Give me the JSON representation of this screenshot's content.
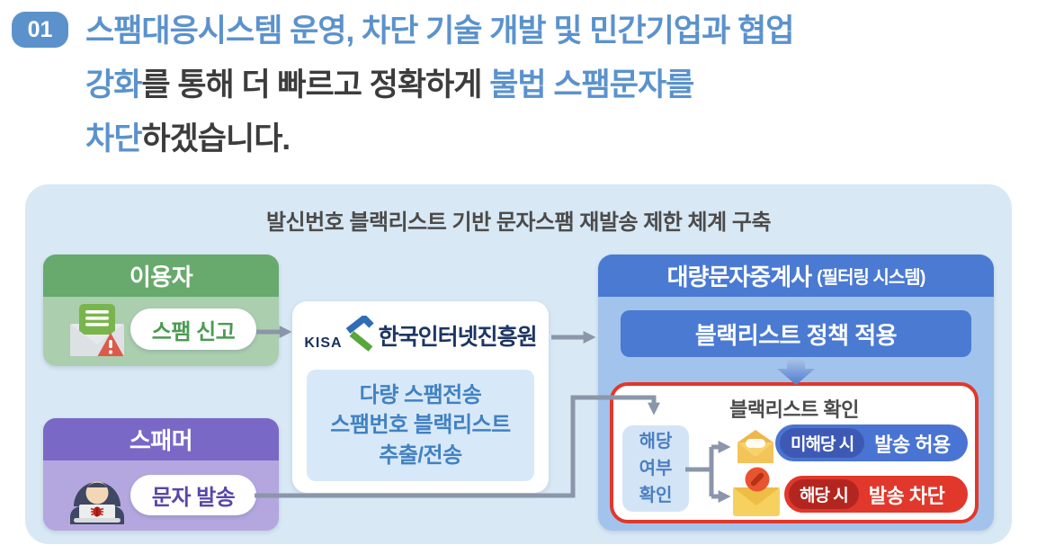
{
  "header": {
    "badge": "01",
    "line1_highlight": "스팸대응시스템 운영, 차단 기술 개발 및 민간기업과 협업",
    "line2_highlight1": "강화",
    "line2_plain": "를 통해 더 빠르고 정확하게 ",
    "line2_highlight2": "불법 스팸문자를",
    "line3_highlight": "차단",
    "line3_plain": "하겠습니다."
  },
  "diagram": {
    "title": "발신번호 블랙리스트 기반 문자스팸 재발송 제한 체계 구축",
    "user": {
      "title": "이용자",
      "action": "스팸 신고"
    },
    "spammer": {
      "title": "스패머",
      "action": "문자 발송"
    },
    "kisa": {
      "logo": "KISA",
      "name": "한국인터넷진흥원",
      "desc": "다량 스팸전송\n스팸번호 블랙리스트\n추출/전송"
    },
    "relay": {
      "title": "대량문자중계사",
      "subtitle": "(필터링 시스템)",
      "policy": "블랙리스트 정책 적용"
    },
    "check": {
      "title": "블랙리스트 확인",
      "condition": "해당\n여부\n확인",
      "allow": {
        "badge": "미해당 시",
        "label": "발송 허용"
      },
      "block": {
        "badge": "해당 시",
        "label": "발송 차단"
      }
    }
  },
  "icons": {
    "user": "envelope-report-warning",
    "spammer": "hooded-hacker-laptop-bug",
    "allow": "open-envelope",
    "block": "envelope-prohibition",
    "kisa": "kisa-x-mark"
  },
  "colors": {
    "headline_blue": "#5b92cc",
    "panel_bg": "#d8e8f4",
    "user_header": "#68a96d",
    "user_body": "#abceae",
    "user_text": "#4c9b53",
    "spammer_header": "#7a68c6",
    "spammer_body": "#b4a7df",
    "spammer_text": "#5747a9",
    "kisa_navy": "#1d3663",
    "desc_blue": "#4281c2",
    "relay_header": "#4a7ad2",
    "relay_body": "#a2c3eb",
    "check_border": "#e2372b",
    "allow_pill": "#4a74d3",
    "allow_badge": "#3d59b4",
    "block_pill": "#e2372b",
    "block_badge": "#b3261f",
    "connector": "#8b96aa"
  }
}
